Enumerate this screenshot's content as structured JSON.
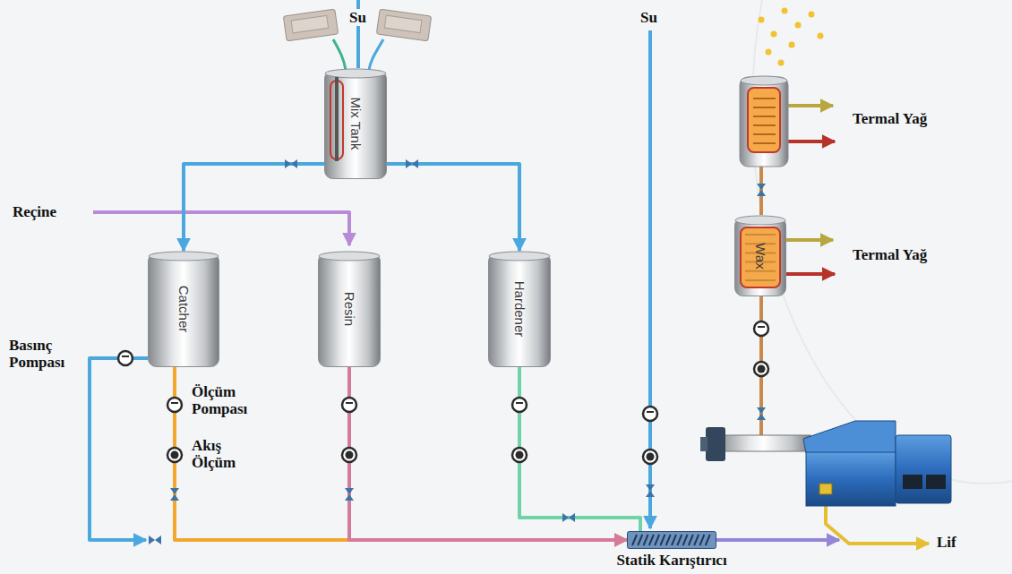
{
  "diagram": {
    "nodes": [
      {
        "text": [
          "Mix Tank"
        ]
      },
      {
        "text": [
          "Catcher"
        ]
      },
      {
        "text": [
          "Resin"
        ]
      },
      {
        "text": [
          "Hardener"
        ]
      },
      {
        "text": [
          "Wax"
        ]
      },
      {
        "text": [
          "Statik Karıştırıcı"
        ]
      }
    ],
    "edges": [
      {
        "from": 0,
        "to": 1,
        "arrow": "to"
      },
      {
        "from": 0,
        "to": 3,
        "arrow": "to"
      },
      {
        "from": 1,
        "to": 5,
        "arrow": "to"
      },
      {
        "from": 2,
        "to": 5,
        "arrow": "to"
      },
      {
        "from": 3,
        "to": 5,
        "arrow": "none"
      }
    ],
    "labels": [
      "Su",
      "Su",
      "Reçine",
      "Termal Yağ",
      "Termal Yağ",
      "Basınç Pompası",
      "Ölçüm Pompası",
      "Akış Ölçüm",
      "Lif"
    ]
  }
}
